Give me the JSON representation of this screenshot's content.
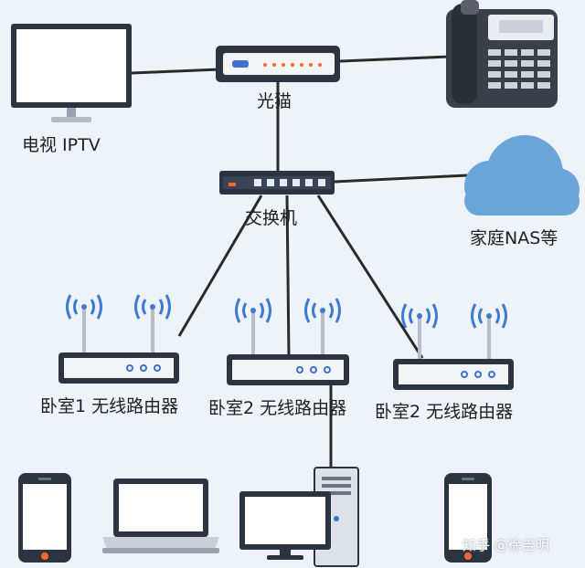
{
  "labels": {
    "tv": "电视 IPTV",
    "modem": "光猫",
    "switch": "交换机",
    "nas": "家庭NAS等",
    "router1": "卧室1 无线路由器",
    "router2": "卧室2 无线路由器",
    "router3": "卧室2 无线路由器"
  },
  "watermark": "知乎 @徐吉明",
  "colors": {
    "background": "#eef2f9",
    "device_dark": "#2c3442",
    "wifi_blue": "#3d7bd1",
    "cloud_blue": "#6aa6d8",
    "modem_led": "#ff6a2a",
    "line": "#2a2a2a"
  },
  "icons": [
    "tv-icon",
    "modem-icon",
    "phone-icon",
    "switch-icon",
    "cloud-icon",
    "router-icon",
    "smartphone-icon",
    "laptop-icon",
    "desktop-icon"
  ]
}
